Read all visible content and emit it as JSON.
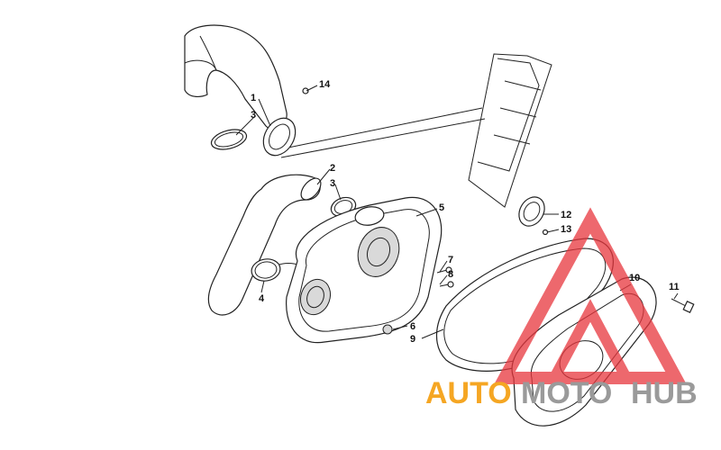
{
  "callouts": [
    {
      "id": "1",
      "label": "1"
    },
    {
      "id": "3a",
      "label": "3"
    },
    {
      "id": "14",
      "label": "14"
    },
    {
      "id": "2",
      "label": "2"
    },
    {
      "id": "3b",
      "label": "3"
    },
    {
      "id": "5",
      "label": "5"
    },
    {
      "id": "4",
      "label": "4"
    },
    {
      "id": "7",
      "label": "7"
    },
    {
      "id": "8",
      "label": "8"
    },
    {
      "id": "6",
      "label": "6"
    },
    {
      "id": "9",
      "label": "9"
    },
    {
      "id": "12",
      "label": "12"
    },
    {
      "id": "13",
      "label": "13"
    },
    {
      "id": "10",
      "label": "10"
    },
    {
      "id": "11",
      "label": "11"
    }
  ],
  "watermark": {
    "part1": "AUTO",
    "part2": "MOTO",
    "part3": "HUB",
    "color_orange": "#f5a623",
    "color_red": "#e8363d",
    "color_gray": "#9a9a9a"
  }
}
